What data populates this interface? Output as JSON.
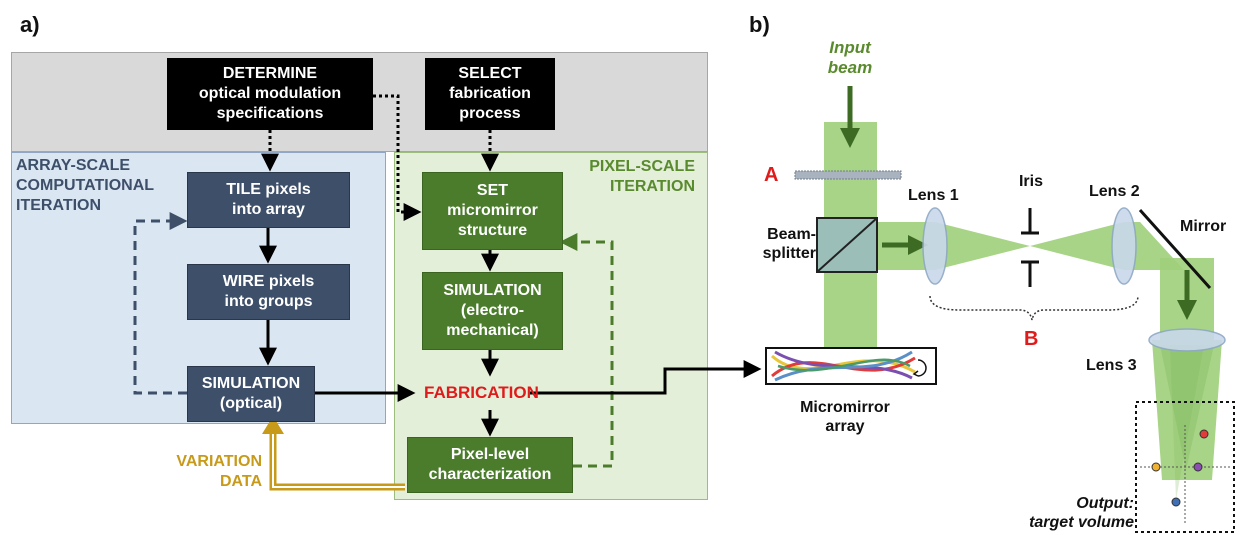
{
  "panel_a": {
    "label": "a)",
    "boxes": {
      "determine": "DETERMINE\noptical modulation\nspecifications",
      "select": "SELECT\nfabrication\nprocess",
      "tile": "TILE pixels\ninto array",
      "wire": "WIRE pixels\ninto groups",
      "sim_optical": "SIMULATION\n(optical)",
      "set_micromirror": "SET\nmicromirror\nstructure",
      "sim_electro": "SIMULATION\n(electro-\nmechanical)",
      "pixel_char": "Pixel-level\ncharacterization"
    },
    "array_scale_label": "ARRAY-SCALE\nCOMPUTATIONAL\nITERATION",
    "pixel_scale_label": "PIXEL-SCALE\nITERATION",
    "fabrication": "FABRICATION",
    "variation_data": "VARIATION\nDATA",
    "colors": {
      "top_region": "#d9d9d9",
      "array_region": "#dbe6f3",
      "pixel_region": "#e4efd9",
      "navy_box": "#3e4f6a",
      "green_box": "#4a7c2c",
      "fabrication": "#e01b1b",
      "variation": "#c89a1a",
      "array_label": "#3e4f6a",
      "pixel_label": "#5a8a2e"
    }
  },
  "panel_b": {
    "label": "b)",
    "input_beam": "Input\nbeam",
    "marker_a": "A",
    "marker_b": "B",
    "beamsplitter": "Beam-\nsplitter",
    "lens1": "Lens 1",
    "iris": "Iris",
    "lens2": "Lens 2",
    "mirror": "Mirror",
    "lens3": "Lens 3",
    "micromirror_array": "Micromirror\narray",
    "output": "Output:\ntarget volume",
    "colors": {
      "beam": "#9fcf7a",
      "arrow": "#3d6b23",
      "lens": "#c9d8ea"
    }
  }
}
